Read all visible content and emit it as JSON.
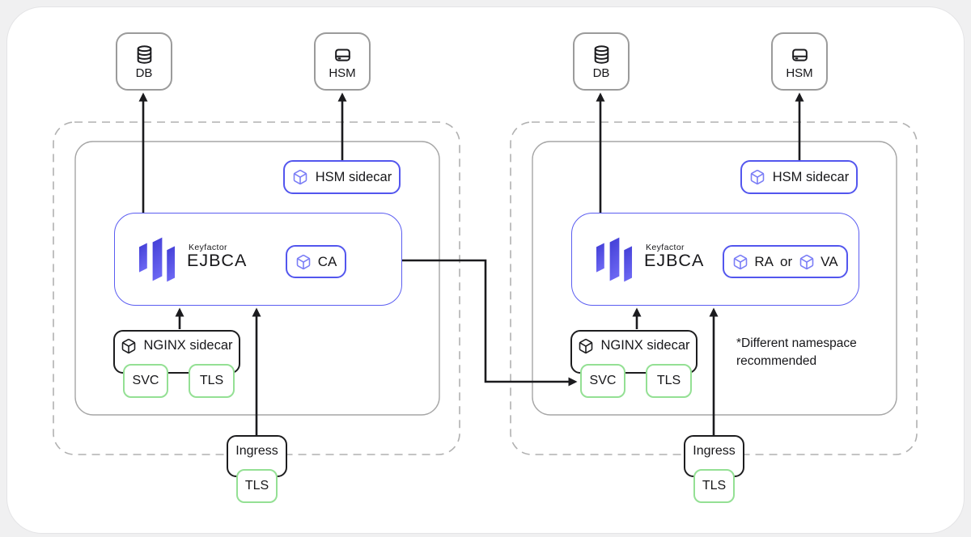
{
  "page": {
    "background": "#f0f0f1",
    "canvas_fill": "#ffffff"
  },
  "colors": {
    "accent_purple": "#5356ee",
    "cube_purple": "#7b7ef6",
    "green": "#94e094",
    "line_black": "#1b1b1e",
    "gray_border": "#9b9b9b",
    "dashed_border": "#b1b1b1"
  },
  "clusters": [
    {
      "side": "left",
      "db": {
        "label": "DB",
        "icon": "database-icon"
      },
      "hsm": {
        "label": "HSM",
        "icon": "hard-drive-icon"
      },
      "hsm_sidecar": {
        "label": "HSM sidecar",
        "icon": "cube-icon"
      },
      "ejbca": {
        "brand": "Keyfactor",
        "product": "EJBCA"
      },
      "roles": {
        "ca": "CA"
      },
      "nginx": {
        "label": "NGINX sidecar",
        "icon": "cube-icon",
        "svc": "SVC",
        "tls": "TLS"
      },
      "ingress": {
        "label": "Ingress",
        "tls": "TLS"
      }
    },
    {
      "side": "right",
      "db": {
        "label": "DB",
        "icon": "database-icon"
      },
      "hsm": {
        "label": "HSM",
        "icon": "hard-drive-icon"
      },
      "hsm_sidecar": {
        "label": "HSM sidecar",
        "icon": "cube-icon"
      },
      "ejbca": {
        "brand": "Keyfactor",
        "product": "EJBCA"
      },
      "roles": {
        "ra": "RA",
        "or": "or",
        "va": "VA"
      },
      "nginx": {
        "label": "NGINX sidecar",
        "icon": "cube-icon",
        "svc": "SVC",
        "tls": "TLS"
      },
      "ingress": {
        "label": "Ingress",
        "tls": "TLS"
      },
      "note": {
        "line1": "*Different namespace",
        "line2": "recommended"
      }
    }
  ]
}
